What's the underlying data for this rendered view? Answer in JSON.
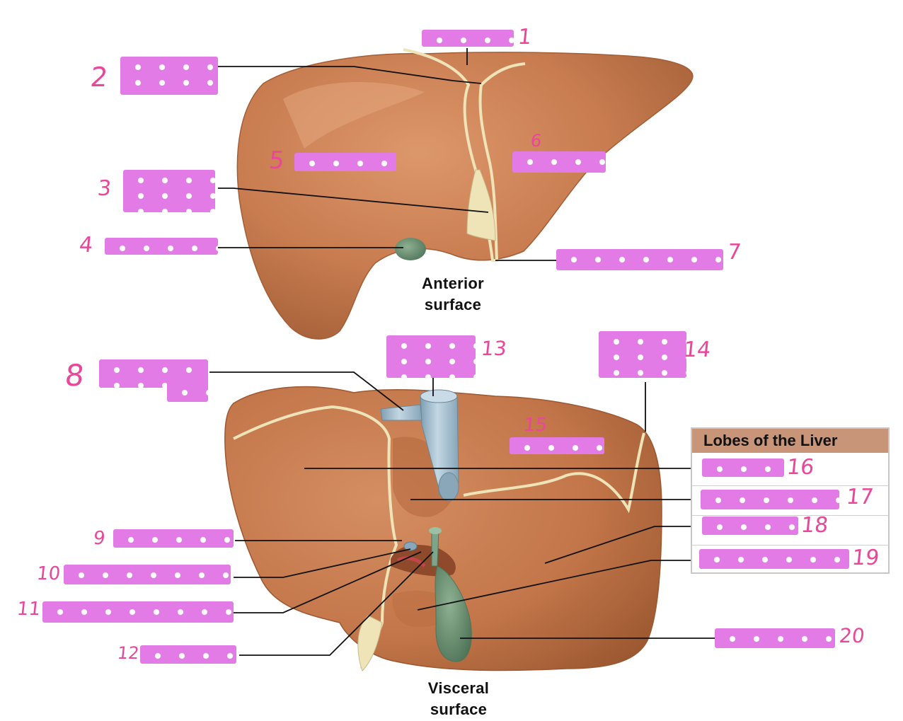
{
  "figure": {
    "anterior_caption_line1": "Anterior",
    "anterior_caption_line2": "surface",
    "visceral_caption_line1": "Visceral",
    "visceral_caption_line2": "surface",
    "legend_title": "Lobes of the Liver"
  },
  "label_numbers": [
    "1",
    "2",
    "3",
    "4",
    "5",
    "6",
    "7",
    "8",
    "9",
    "10",
    "11",
    "12",
    "13",
    "14",
    "15",
    "16",
    "17",
    "18",
    "19",
    "20"
  ],
  "colors": {
    "liver": "#c87c50",
    "liver_dark": "#9a5530",
    "ligament": "#efe3b8",
    "vena_cava": "#a9c3d3",
    "gallbladder": "#6f9676",
    "tape": "#e27be6",
    "number_ink": "#e8479a",
    "legend_header": "#c89578"
  }
}
